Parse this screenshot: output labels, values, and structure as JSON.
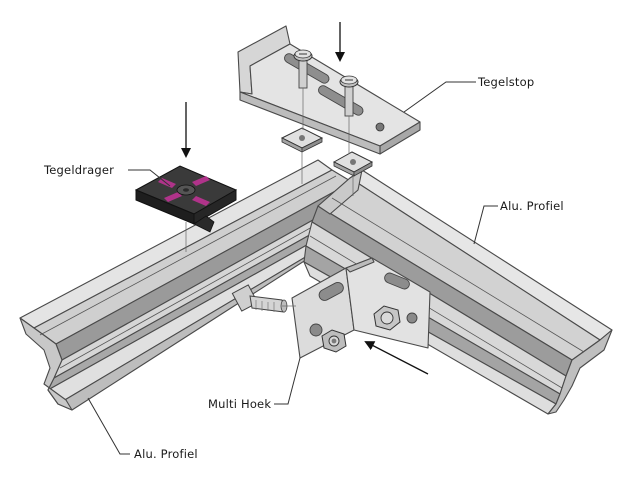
{
  "labels": {
    "tegelstop": "Tegelstop",
    "tegeldrager": "Tegeldrager",
    "alu_profiel_right": "Alu. Profiel",
    "alu_profiel_bottom": "Alu. Profiel",
    "multi_hoek": "Multi Hoek"
  },
  "colors": {
    "aluminium_light": "#dcdcdc",
    "aluminium_mid": "#c4c4c4",
    "aluminium_dark": "#9a9a9a",
    "tegeldrager_body": "#2e2e2e",
    "tegeldrager_accent": "#b0338a",
    "outline": "#4a4a4a"
  }
}
